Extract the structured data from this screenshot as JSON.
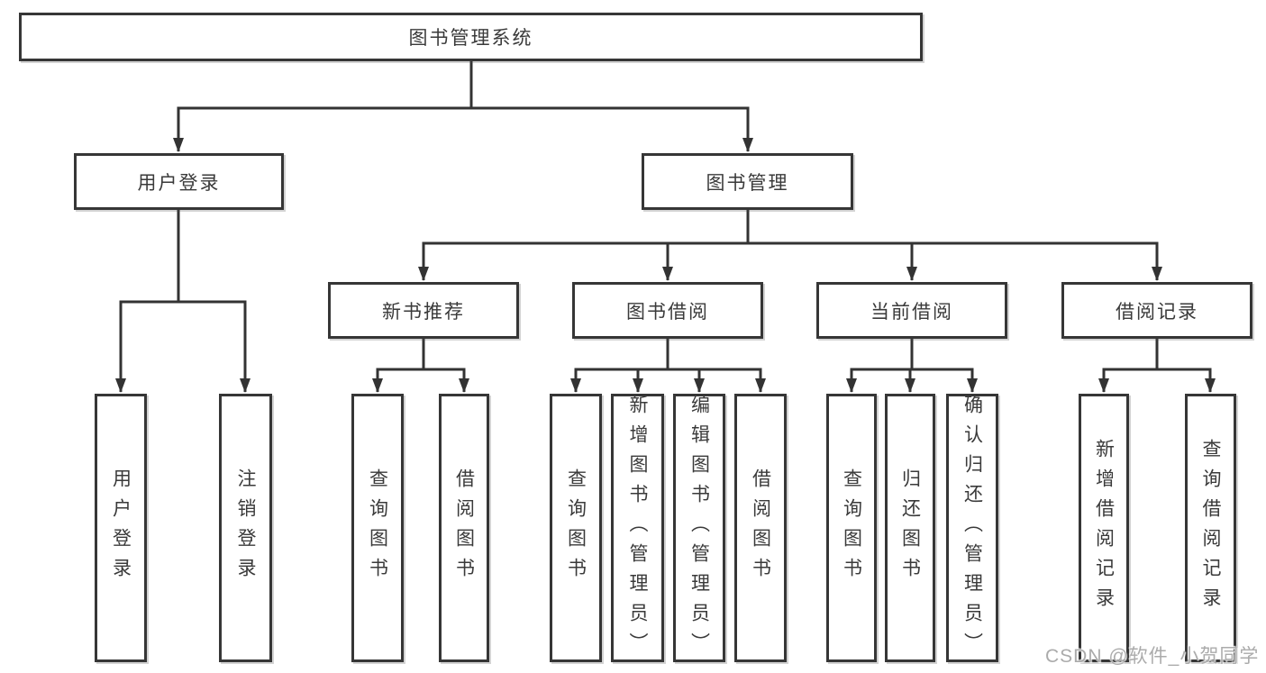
{
  "diagram": {
    "type": "hierarchy-tree",
    "root": {
      "label": "图书管理系统"
    },
    "branches": [
      {
        "label": "用户登录",
        "children": [
          {
            "label": "用户登录"
          },
          {
            "label": "注销登录"
          }
        ]
      },
      {
        "label": "图书管理",
        "children": [
          {
            "label": "新书推荐",
            "children": [
              {
                "label": "查询图书"
              },
              {
                "label": "借阅图书"
              }
            ]
          },
          {
            "label": "图书借阅",
            "children": [
              {
                "label": "查询图书"
              },
              {
                "label": "新增图书（管理员）"
              },
              {
                "label": "编辑图书（管理员）"
              },
              {
                "label": "借阅图书"
              }
            ]
          },
          {
            "label": "当前借阅",
            "children": [
              {
                "label": "查询图书"
              },
              {
                "label": "归还图书"
              },
              {
                "label": "确认归还（管理员）"
              }
            ]
          },
          {
            "label": "借阅记录",
            "children": [
              {
                "label": "新增借阅记录"
              },
              {
                "label": "查询借阅记录"
              }
            ]
          }
        ]
      }
    ]
  },
  "watermark": {
    "text": "CSDN @软件_小贺同学",
    "color": "#ababab"
  },
  "colors": {
    "line": "#333333",
    "border": "#363636",
    "text": "#3a3a3a",
    "background": "#ffffff"
  }
}
